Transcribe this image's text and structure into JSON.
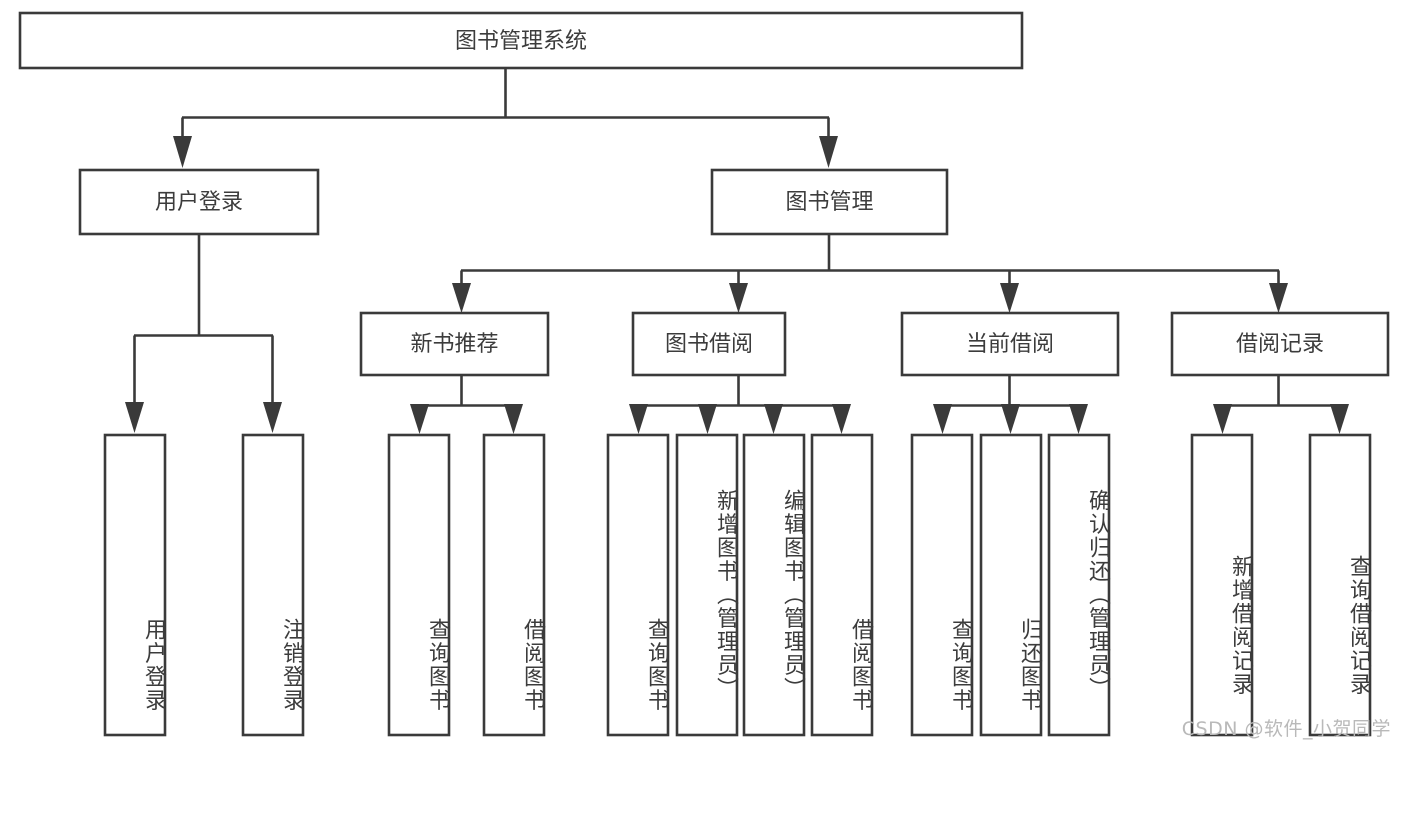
{
  "diagram": {
    "title": "图书管理系统",
    "type": "hierarchy-tree",
    "style": {
      "box_fill": "#ffffff",
      "box_stroke": "#3a3a3a",
      "text_color": "#3c3c3c",
      "background": "#ffffff",
      "watermark_color": "#b9b9b9"
    },
    "root": {
      "label": "图书管理系统"
    },
    "level2": [
      {
        "label": "用户登录"
      },
      {
        "label": "图书管理"
      }
    ],
    "level3": [
      {
        "label": "新书推荐"
      },
      {
        "label": "图书借阅"
      },
      {
        "label": "当前借阅"
      },
      {
        "label": "借阅记录"
      }
    ],
    "leaves": {
      "user_login": [
        {
          "label": "用户登录"
        },
        {
          "label": "注销登录"
        }
      ],
      "new_book_recommend": [
        {
          "label": "查询图书"
        },
        {
          "label": "借阅图书"
        }
      ],
      "book_borrow": [
        {
          "label": "查询图书"
        },
        {
          "label": "新增图书（管理员）"
        },
        {
          "label": "编辑图书（管理员）"
        },
        {
          "label": "借阅图书"
        }
      ],
      "current_borrow": [
        {
          "label": "查询图书"
        },
        {
          "label": "归还图书"
        },
        {
          "label": "确认归还（管理员）"
        }
      ],
      "borrow_record": [
        {
          "label": "新增借阅记录"
        },
        {
          "label": "查询借阅记录"
        }
      ]
    },
    "watermark": "CSDN @软件_小贺同学"
  }
}
